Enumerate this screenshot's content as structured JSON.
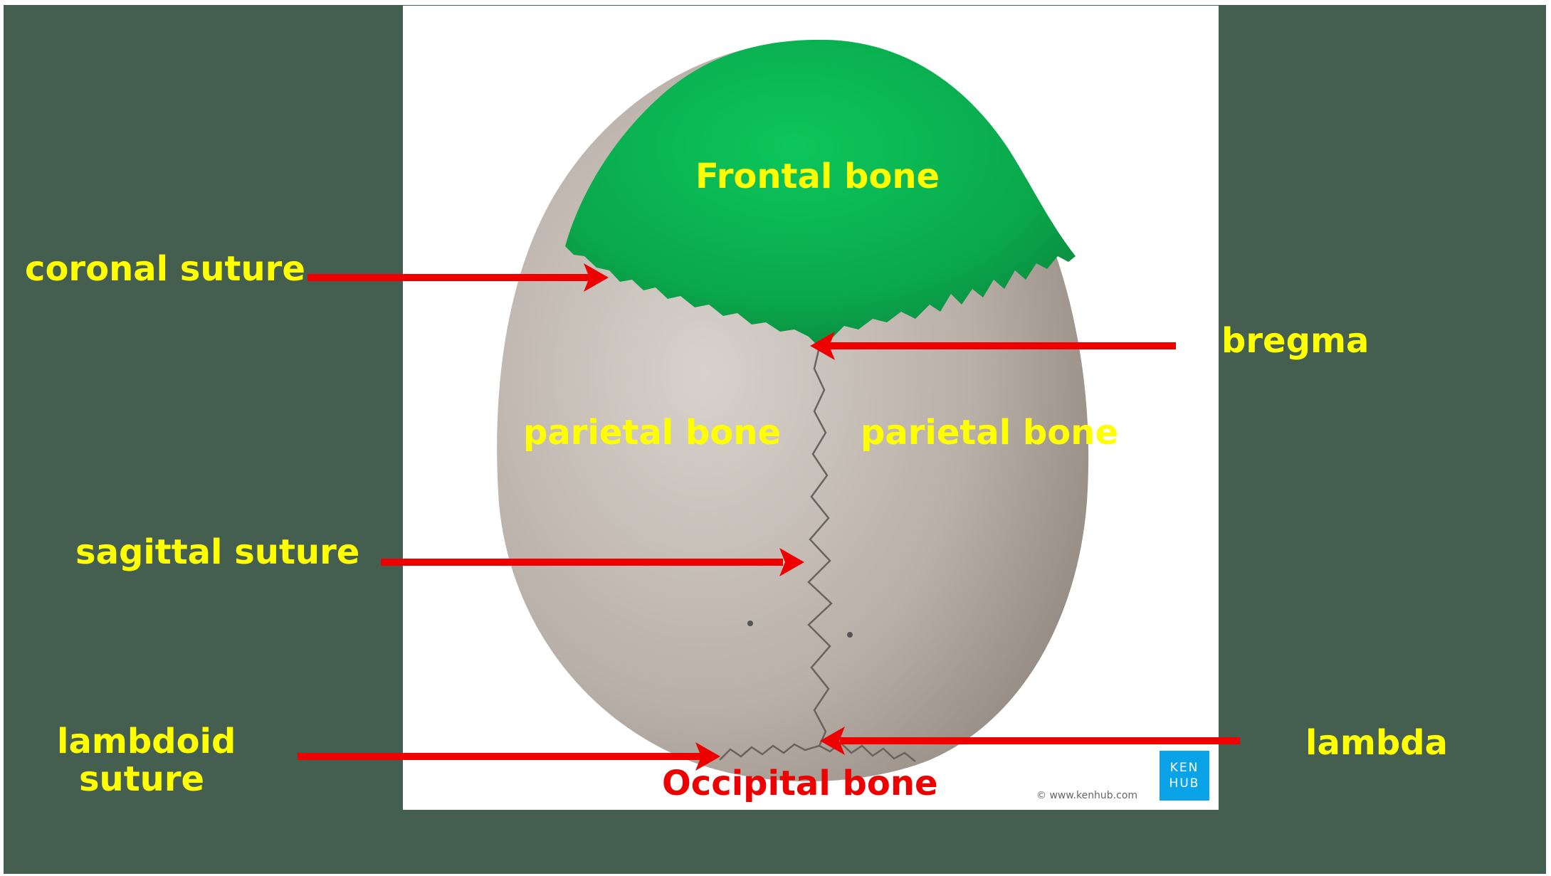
{
  "labels": {
    "frontal_bone": "Frontal bone",
    "parietal_left": "parietal bone",
    "parietal_right": "parietal bone",
    "occipital_bone": "Occipital bone",
    "coronal_suture": "coronal suture",
    "sagittal_suture": "sagittal suture",
    "lambdoid_suture_line1": "lambdoid",
    "lambdoid_suture_line2": "suture",
    "bregma": "bregma",
    "lambda": "lambda"
  },
  "logo": {
    "line1": "KEN",
    "line2": "HUB"
  },
  "copyright": "© www.kenhub.com",
  "colors": {
    "slide_background": "#445e4f",
    "label_text": "#ffff00",
    "occipital_text": "#ee0000",
    "arrow": "#ee0000",
    "frontal_bone": "#0bbf55",
    "bone": "#b6aca4"
  }
}
